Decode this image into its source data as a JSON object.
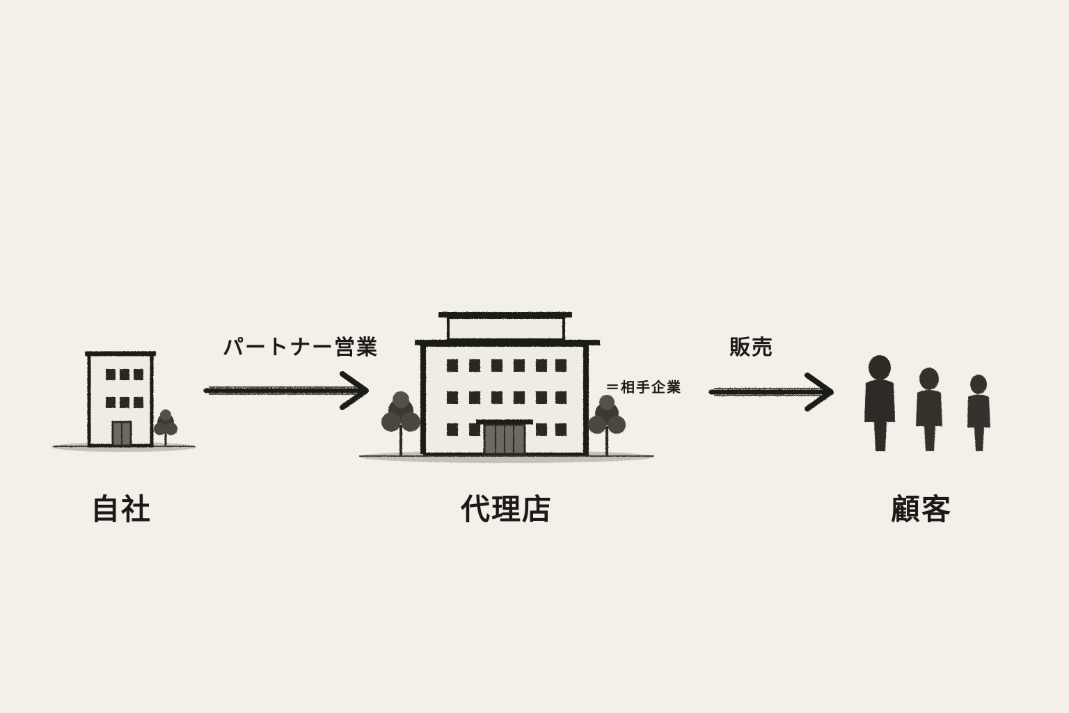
{
  "diagram": {
    "nodes": [
      {
        "id": "own-company",
        "label": "自社",
        "icon": "small-office-building-icon"
      },
      {
        "id": "agency",
        "label": "代理店",
        "icon": "large-office-building-icon",
        "note": "＝相手企業"
      },
      {
        "id": "customers",
        "label": "顧客",
        "icon": "people-group-icon"
      }
    ],
    "edges": [
      {
        "from": "own-company",
        "to": "agency",
        "label": "パートナー営業"
      },
      {
        "from": "agency",
        "to": "customers",
        "label": "販売"
      }
    ],
    "colors": {
      "background": "#f3f0e9",
      "ink": "#1c1a17",
      "window": "#2a2723"
    }
  }
}
